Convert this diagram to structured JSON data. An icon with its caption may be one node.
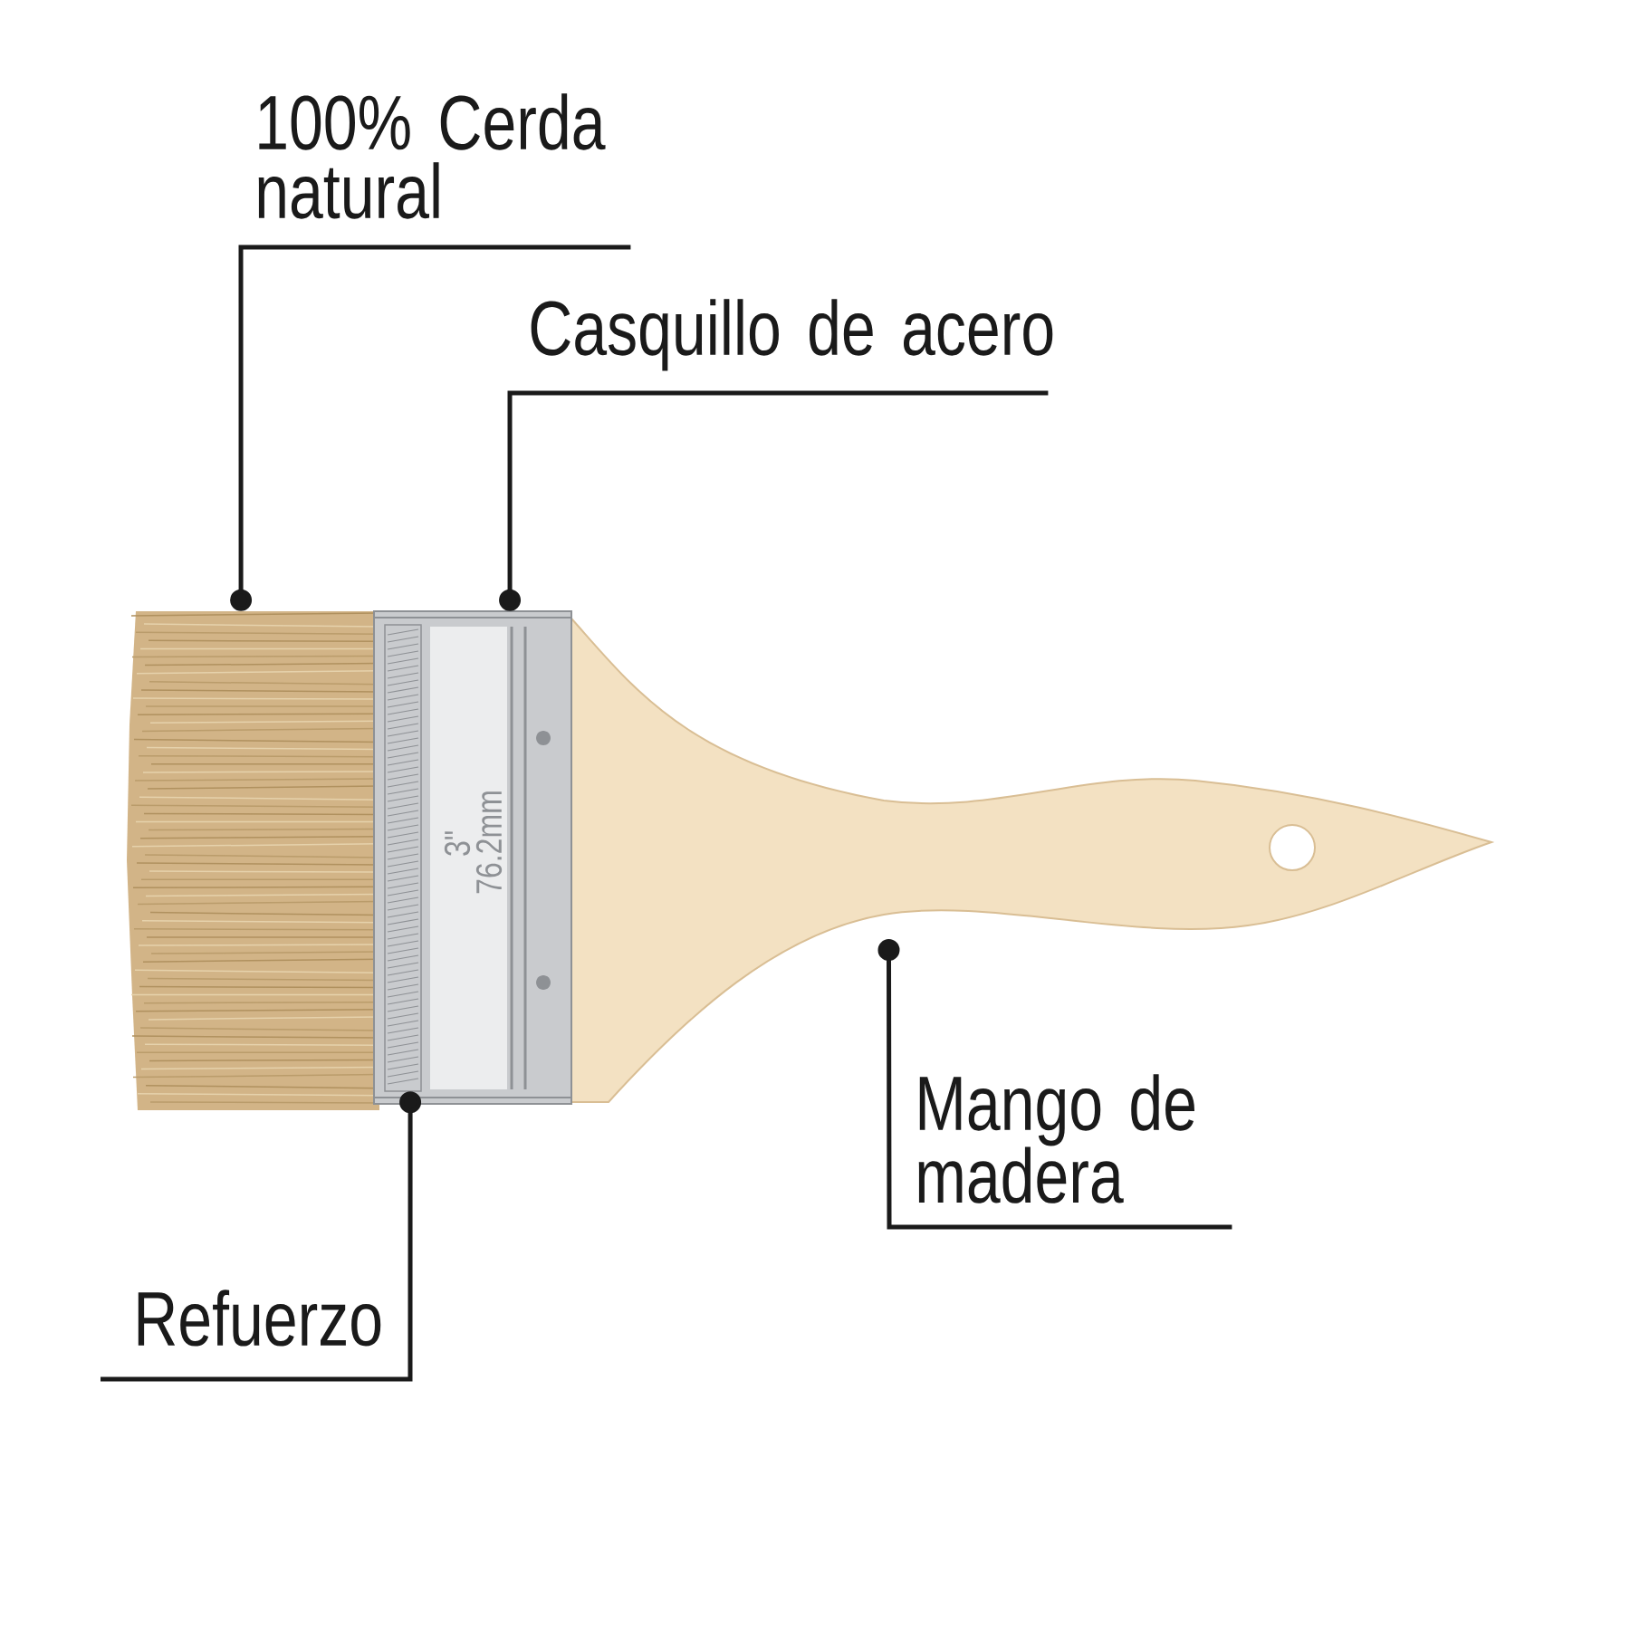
{
  "diagram": {
    "nodes": [
      {
        "text": [
          "100% Cerda natural"
        ]
      },
      {
        "text": [
          "Casquillo de acero"
        ]
      },
      {
        "text": [
          "Mango de madera"
        ]
      },
      {
        "text": [
          "Refuerzo"
        ]
      },
      {
        "text": [],
        "shape": "picture"
      },
      {
        "text": [],
        "shape": "picture"
      },
      {
        "text": [],
        "shape": "bar",
        "in": 5
      },
      {
        "text": [],
        "shape": "picture"
      }
    ],
    "edges": [
      {
        "from": 0,
        "to": 4,
        "arrow": "other"
      },
      {
        "from": 1,
        "to": 5,
        "arrow": "other"
      },
      {
        "from": 2,
        "to": 7,
        "arrow": "other"
      },
      {
        "from": 3,
        "to": 6,
        "arrow": "other"
      }
    ],
    "labels": [
      "3\"",
      "76.2mm"
    ]
  }
}
